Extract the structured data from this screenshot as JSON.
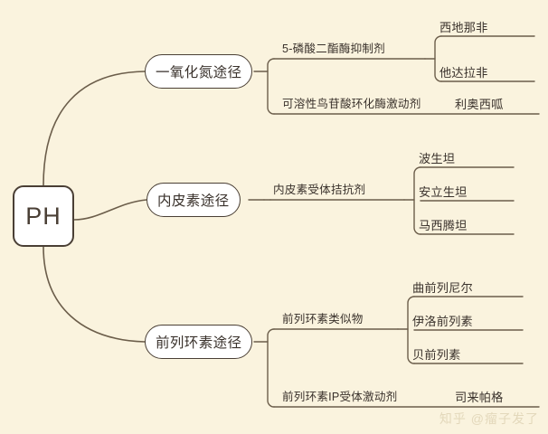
{
  "diagram": {
    "type": "mind-map",
    "title": "PH treatment pathways mind map",
    "background_color": "#faf3de",
    "line_color": "#6b5d4a",
    "text_color": "#3a322c",
    "node_fill": "#ffffff",
    "node_border": "#4a3f35",
    "root": {
      "label": "PH"
    },
    "branches": [
      {
        "label": "一氧化氮途径",
        "groups": [
          {
            "label": "5-磷酸二酯酶抑制剂",
            "leaves": [
              "西地那非",
              "他达拉非"
            ]
          },
          {
            "label": "可溶性鸟苷酸环化酶激动剂",
            "leaves": [
              "利奥西呱"
            ]
          }
        ]
      },
      {
        "label": "内皮素途径",
        "groups": [
          {
            "label": "内皮素受体拮抗剂",
            "leaves": [
              "波生坦",
              "安立生坦",
              "马西腾坦"
            ]
          }
        ]
      },
      {
        "label": "前列环素途径",
        "groups": [
          {
            "label": "前列环素类似物",
            "leaves": [
              "曲前列尼尔",
              "伊洛前列素",
              "贝前列素"
            ]
          },
          {
            "label": "前列环素IP受体激动剂",
            "leaves": [
              "司来帕格"
            ]
          }
        ]
      }
    ]
  },
  "watermark": {
    "text": "知乎 @瘤子发了"
  }
}
